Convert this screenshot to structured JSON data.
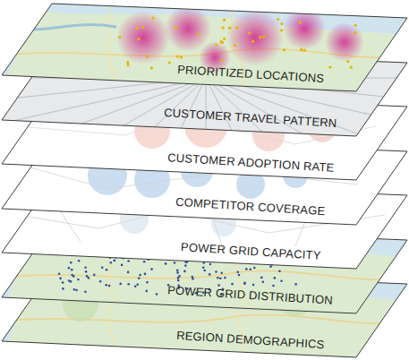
{
  "diagram": {
    "nodes": [
      {
        "text": [
          "PRIORITIZED LOCATIONS"
        ]
      },
      {
        "text": [
          "CUSTOMER TRAVEL PATTERN"
        ]
      },
      {
        "text": [
          "CUSTOMER ADOPTION RATE"
        ]
      },
      {
        "text": [
          "COMPETITOR COVERAGE"
        ]
      },
      {
        "text": [
          "POWER GRID CAPACITY"
        ]
      },
      {
        "text": [
          "POWER GRID DISTRIBUTION"
        ]
      },
      {
        "text": [
          "REGION DEMOGRAPHICS"
        ]
      }
    ]
  }
}
